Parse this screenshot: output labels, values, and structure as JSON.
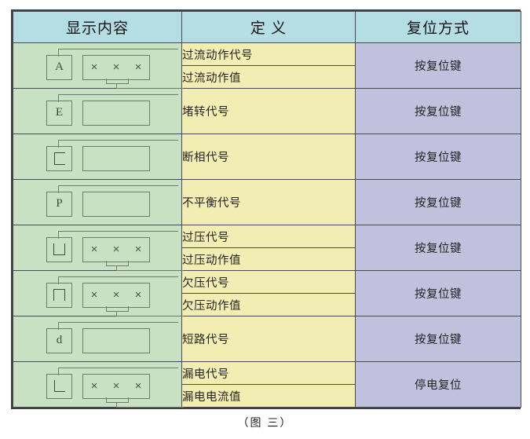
{
  "figure": {
    "caption": "（图 三）"
  },
  "table": {
    "headers": [
      {
        "label": "显示内容",
        "name": "header-display-content"
      },
      {
        "label": "定 义",
        "name": "header-definition"
      },
      {
        "label": "复位方式",
        "name": "header-reset-method"
      }
    ],
    "colors": {
      "header_bg": "#b4dde4",
      "display_bg": "#c8e1c3",
      "definition_bg": "#f2edb3",
      "reset_bg": "#c1c1de",
      "border": "#4a4a52",
      "outer_border": "#3f3f46",
      "lcd_stroke": "#6d7d6c",
      "lcd_text": "#3c4a3c"
    },
    "rows": [
      {
        "code": "A",
        "code_kind": "letter",
        "value_display": "× × ×",
        "has_value": true,
        "definitions": [
          "过流动作代号",
          "过流动作值"
        ],
        "reset": "按复位键"
      },
      {
        "code": "E",
        "code_kind": "letter",
        "value_display": "",
        "has_value": false,
        "definitions": [
          "堵转代号"
        ],
        "reset": "按复位键"
      },
      {
        "code": "C",
        "code_kind": "bracket-c",
        "value_display": "",
        "has_value": false,
        "definitions": [
          "断相代号"
        ],
        "reset": "按复位键"
      },
      {
        "code": "P",
        "code_kind": "letter",
        "value_display": "",
        "has_value": false,
        "definitions": [
          "不平衡代号"
        ],
        "reset": "按复位键"
      },
      {
        "code": "⊔",
        "code_kind": "bracket-u",
        "value_display": "× × ×",
        "has_value": true,
        "definitions": [
          "过压代号",
          "过压动作值"
        ],
        "reset": "按复位键"
      },
      {
        "code": "⊓",
        "code_kind": "bracket-n",
        "value_display": "× × ×",
        "has_value": true,
        "definitions": [
          "欠压代号",
          "欠压动作值"
        ],
        "reset": "按复位键"
      },
      {
        "code": "d",
        "code_kind": "letter",
        "value_display": "",
        "has_value": false,
        "definitions": [
          "短路代号"
        ],
        "reset": "按复位键"
      },
      {
        "code": "L",
        "code_kind": "bracket-l",
        "value_display": "× × ×",
        "has_value": true,
        "definitions": [
          "漏电代号",
          "漏电电流值"
        ],
        "reset": "停电复位"
      }
    ]
  }
}
